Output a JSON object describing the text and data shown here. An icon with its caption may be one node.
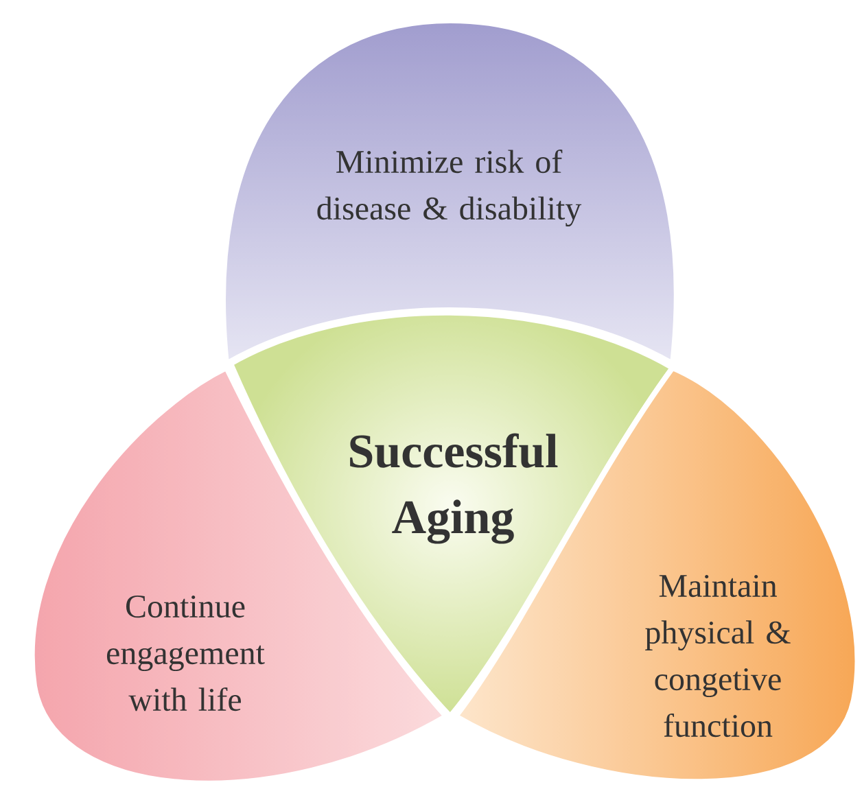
{
  "diagram": {
    "nodes": [
      {
        "text": [
          "Minimize risk of disease & disability"
        ]
      },
      {
        "text": [
          "Successful Aging"
        ]
      },
      {
        "text": [
          "Continue engagement with life"
        ]
      },
      {
        "text": [
          "Maintain physical & congetive function"
        ]
      }
    ]
  }
}
